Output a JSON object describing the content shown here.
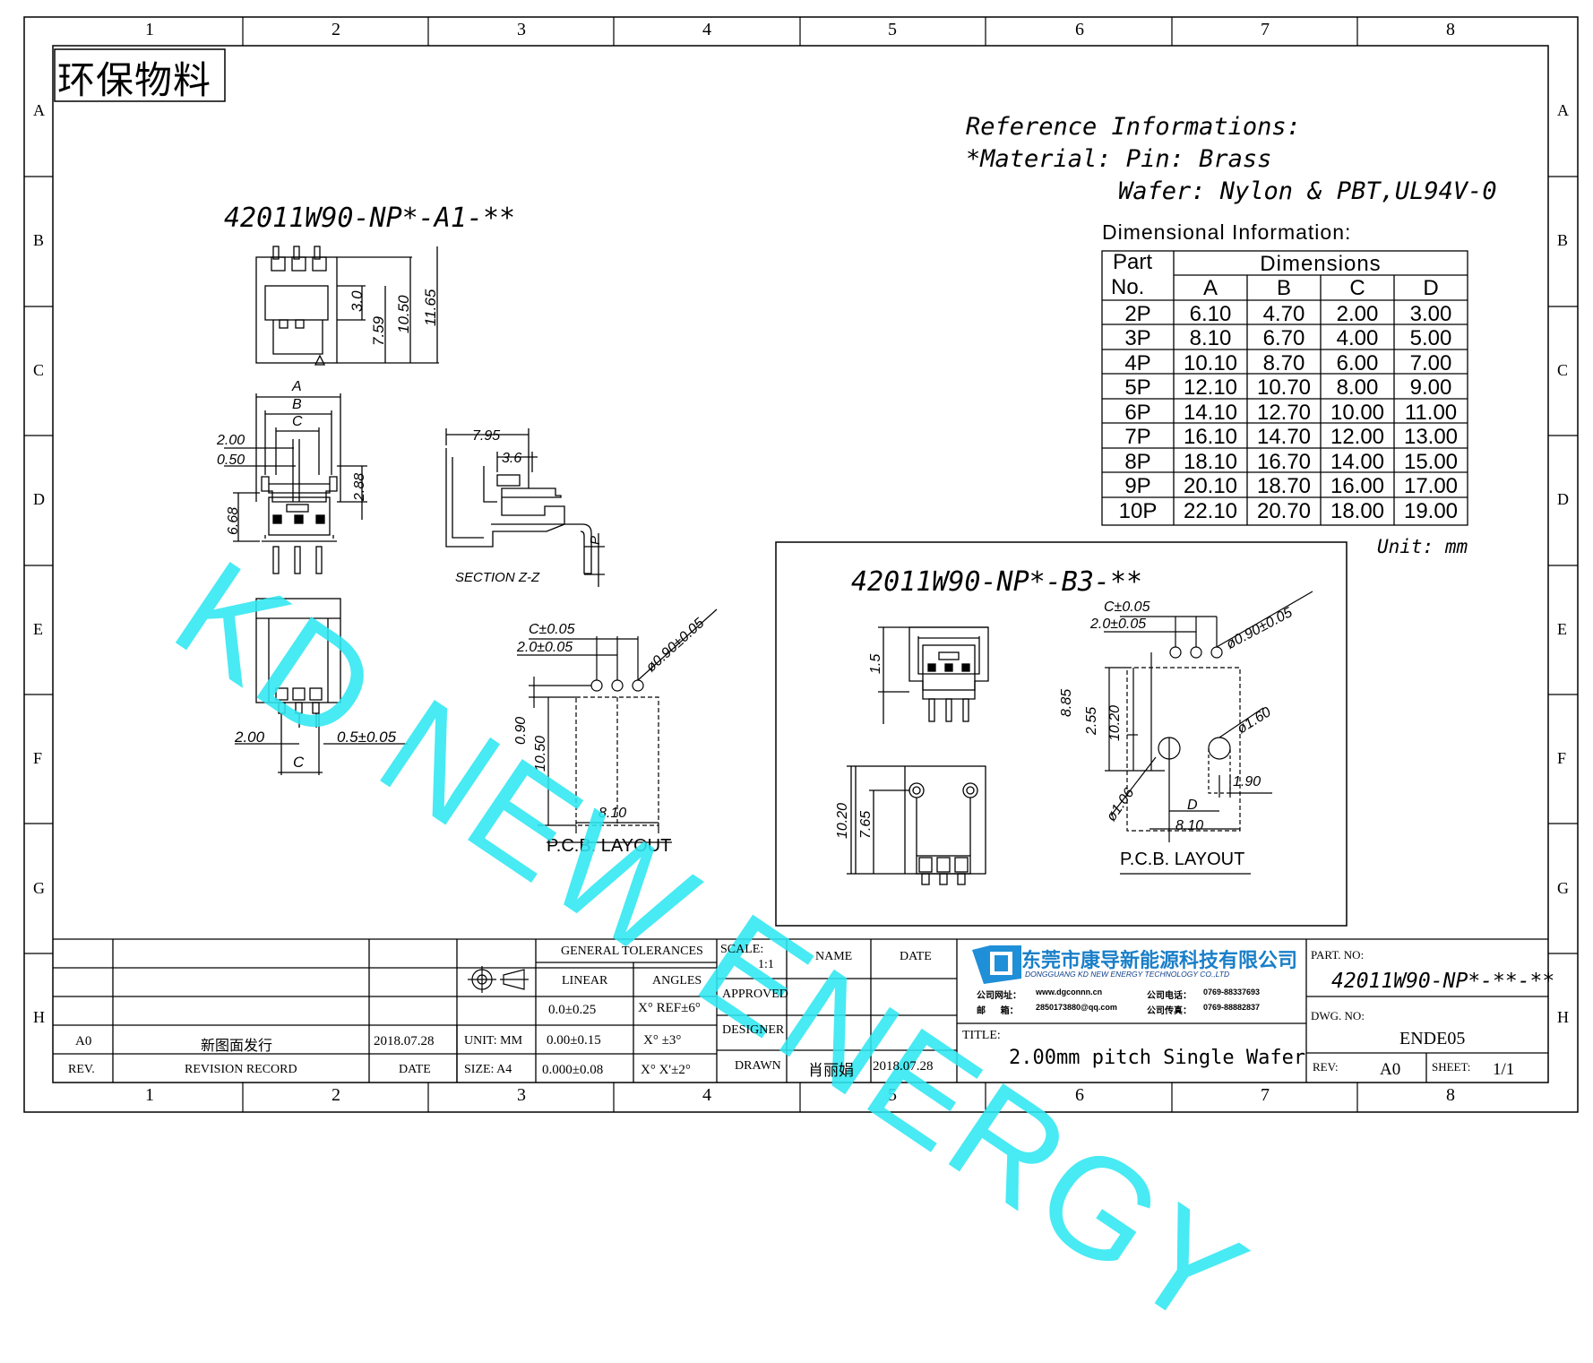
{
  "grid": {
    "columns": [
      "1",
      "2",
      "3",
      "4",
      "5",
      "6",
      "7",
      "8"
    ],
    "rows": [
      "A",
      "B",
      "C",
      "D",
      "E",
      "F",
      "G",
      "H"
    ]
  },
  "eco_label": "环保物料",
  "reference": {
    "line1": "Reference Informations:",
    "line2": "*Material: Pin: Brass",
    "line3": "Wafer: Nylon & PBT,UL94V-0"
  },
  "dim_table": {
    "title": "Dimensional Information:",
    "part_header_1": "Part",
    "part_header_2": "No.",
    "dim_header": "Dimensions",
    "columns": [
      "A",
      "B",
      "C",
      "D"
    ],
    "rows": [
      {
        "part": "2P",
        "values": [
          "6.10",
          "4.70",
          "2.00",
          "3.00"
        ]
      },
      {
        "part": "3P",
        "values": [
          "8.10",
          "6.70",
          "4.00",
          "5.00"
        ]
      },
      {
        "part": "4P",
        "values": [
          "10.10",
          "8.70",
          "6.00",
          "7.00"
        ]
      },
      {
        "part": "5P",
        "values": [
          "12.10",
          "10.70",
          "8.00",
          "9.00"
        ]
      },
      {
        "part": "6P",
        "values": [
          "14.10",
          "12.70",
          "10.00",
          "11.00"
        ]
      },
      {
        "part": "7P",
        "values": [
          "16.10",
          "14.70",
          "12.00",
          "13.00"
        ]
      },
      {
        "part": "8P",
        "values": [
          "18.10",
          "16.70",
          "14.00",
          "15.00"
        ]
      },
      {
        "part": "9P",
        "values": [
          "20.10",
          "18.70",
          "16.00",
          "17.00"
        ]
      },
      {
        "part": "10P",
        "values": [
          "22.10",
          "20.70",
          "18.00",
          "19.00"
        ]
      }
    ],
    "unit": "Unit: mm"
  },
  "part_a1": {
    "title": "42011W90-NP*-A1-**",
    "dims": {
      "d3": "3.0",
      "d759": "7.59",
      "d1050": "10.50",
      "d1165": "11.65",
      "A": "A",
      "B": "B",
      "C": "C",
      "d200": "2.00",
      "d050": "0.50",
      "d668": "6.68",
      "d288": "2.88",
      "d795": "7.95",
      "d36": "3.6",
      "P": "P",
      "bottom_200": "2.00",
      "bottom_pin": "0.5±0.05",
      "bottom_C": "C"
    },
    "section_label": "SECTION Z-Z",
    "pcb": {
      "c_tol": "C±0.05",
      "pitch_tol": "2.0±0.05",
      "hole": "ø0.90±0.05",
      "d090": "0.90",
      "d1050": "10.50",
      "d810": "8.10",
      "label": "P.C.B. LAYOUT"
    }
  },
  "part_b3": {
    "title": "42011W90-NP*-B3-**",
    "dims": {
      "d15": "1.5",
      "d1020": "10.20",
      "d765": "7.65"
    },
    "pcb": {
      "c_tol": "C±0.05",
      "pitch_tol": "2.0±0.05",
      "hole": "ø0.90±0.05",
      "d885": "8.85",
      "d255": "2.55",
      "d1020": "10.20",
      "d160": "ø1.60",
      "d106": "ø1.06",
      "d190": "1.90",
      "D": "D",
      "d810": "8.10",
      "label": "P.C.B. LAYOUT"
    }
  },
  "watermark": "KD NEW ENERGY",
  "title_block": {
    "revision_rows": [
      {
        "rev": "",
        "record": "",
        "date": ""
      },
      {
        "rev": "",
        "record": "",
        "date": ""
      },
      {
        "rev": "",
        "record": "",
        "date": ""
      },
      {
        "rev": "A0",
        "record": "新图面发行",
        "date": "2018.07.28"
      }
    ],
    "rev_header": "REV.",
    "record_header": "REVISION RECORD",
    "date_header": "DATE",
    "general_tolerances": "GENERAL TOLERANCES",
    "linear": "LINEAR",
    "angles": "ANGLES",
    "tol_linear": [
      "0.0±0.25",
      "0.00±0.15",
      "0.000±0.08"
    ],
    "tol_angles": [
      "X° REF±6°",
      "X° ±3°",
      "X° X'±2°"
    ],
    "unit": "UNIT: MM",
    "size": "SIZE: A4",
    "scale_label": "SCALE:",
    "scale_value": "1:1",
    "name_header": "NAME",
    "date_col_header": "DATE",
    "approved": "APPROVED",
    "designer": "DESIGNER",
    "drawn": "DRAWN",
    "drawn_name": "肖丽娟",
    "drawn_date": "2018.07.28",
    "company_cn": "东莞市康导新能源科技有限公司",
    "company_en": "DONGGUANG KD NEW ENERGY TECHNOLOGY CO.,LTD",
    "web_label": "公司网址：",
    "web": "www.dgconnn.cn",
    "tel_label": "公司电话：",
    "tel": "0769-88337693",
    "mail_label": "邮      箱：",
    "mail": "2850173880@qq.com",
    "fax_label": "公司传真：",
    "fax": "0769-88882837",
    "title_label": "TITLE:",
    "title_value": "2.00mm pitch Single Wafer",
    "part_no_label": "PART. NO:",
    "part_no": "42011W90-NP*-**-**",
    "dwg_no_label": "DWG. NO:",
    "dwg_no": "ENDE05",
    "rev_label": "REV:",
    "rev_value": "A0",
    "sheet_label": "SHEET:",
    "sheet_value": "1/1"
  }
}
